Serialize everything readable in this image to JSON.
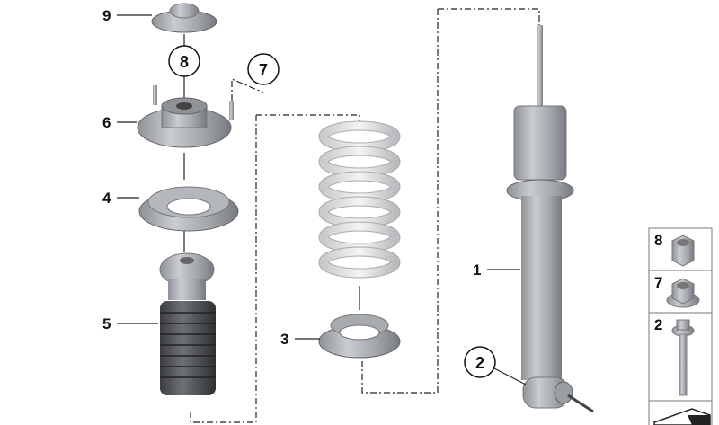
{
  "diagram": {
    "callouts": [
      {
        "id": "9",
        "label": "9"
      },
      {
        "id": "8",
        "label": "8",
        "circled": true
      },
      {
        "id": "7",
        "label": "7",
        "circled": true
      },
      {
        "id": "6",
        "label": "6"
      },
      {
        "id": "4",
        "label": "4"
      },
      {
        "id": "5",
        "label": "5"
      },
      {
        "id": "3",
        "label": "3"
      },
      {
        "id": "1",
        "label": "1"
      },
      {
        "id": "2",
        "label": "2",
        "circled": true
      }
    ],
    "legend": [
      {
        "label": "8",
        "part": "hex-nut"
      },
      {
        "label": "7",
        "part": "flange-nut"
      },
      {
        "label": "2",
        "part": "hex-bolt"
      }
    ]
  }
}
